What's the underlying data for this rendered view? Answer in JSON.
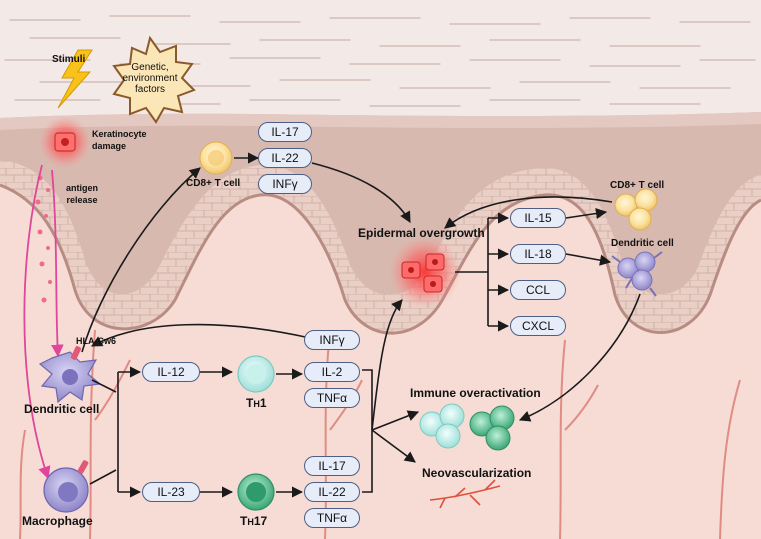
{
  "labels": {
    "stimuli": "Stimuli",
    "genetic": [
      "Genetic,",
      "environment",
      "factors"
    ],
    "keratinocyte": [
      "Keratinocyte",
      "damage"
    ],
    "antigen": [
      "antigen",
      "release"
    ],
    "cd8_top": "CD8+ T cell",
    "cd8_right": "CD8+ T cell",
    "epidermal": "Epidermal overgrowth",
    "dendritic_right": "Dendritic cell",
    "hla": "HLA-Cw6",
    "dendritic_left": "Dendritic cell",
    "macrophage": "Macrophage",
    "th1": {
      "main": "T",
      "sub": "H",
      "num": "1"
    },
    "th17": {
      "main": "T",
      "sub": "H",
      "num": "17"
    },
    "immune": "Immune overactivation",
    "neovasc": "Neovascularization"
  },
  "cytokines": {
    "cd8_top": [
      "IL-17",
      "IL-22",
      "INFγ"
    ],
    "epidermal": [
      "IL-15",
      "IL-18",
      "CCL",
      "CXCL"
    ],
    "il12": "IL-12",
    "il23": "IL-23",
    "th1": [
      "INFγ",
      "IL-2",
      "TNFα"
    ],
    "th17": [
      "IL-17",
      "IL-22",
      "TNFα"
    ]
  },
  "colors": {
    "skin_top": "#f3e9e6",
    "epidermis": "#d8b9af",
    "dermis": "#f6dcd4",
    "pill_fill": "#e6ecf8",
    "pill_border": "#4d5f86",
    "arrow": "#1a1a1a",
    "pink_arrow": "#e0469a",
    "damage_red": "#f04a4a",
    "cd8_yellow": "#f8d98a",
    "th1_cyan": "#bfe9e6",
    "th17_green": "#4fbf8f",
    "dendritic_purple": "#9a92d0",
    "vessel": "#e08c84"
  }
}
